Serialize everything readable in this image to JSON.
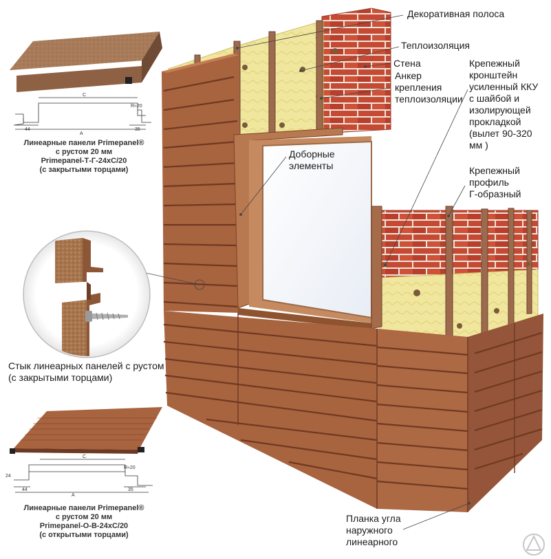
{
  "labels": {
    "decor_strip": "Декоративная полоса",
    "insulation": "Теплоизоляция",
    "wall": "Стена",
    "anchor": "Анкер\nкрепления\nтеплоизоляции",
    "bracket": "Крепежный\nкронштейн\nусиленный ККУ\nс шайбой и\nизолирующей\nпрокладкой\n(вылет 90-320\nмм    )",
    "extra_elements": "Доборные\nэлементы",
    "profile": "Крепежный\nпрофиль\nГ-образный",
    "joint": "Стык линеарных панелей с рустом\n(с закрытыми торцами)",
    "corner_strip": "Планка угла\nнаружного\nлинеарного"
  },
  "panel_top": {
    "caption": "Линеарные панели Primepanel®\nс рустом 20 мм\nPrimepanel-Т-Г-24хС/20\n(с закрытыми торцами)",
    "dims": {
      "c": "С",
      "a": "А",
      "left": "44",
      "right": "35",
      "rust": "R≈20"
    }
  },
  "panel_bottom": {
    "caption": "Линеарные панели Primepanel®\nс рустом 20 мм\nPrimepanel-О-В-24хС/20\n(с открытыми торцами)",
    "dims": {
      "c": "С",
      "a": "А",
      "left": "44",
      "right": "35",
      "rust": "R≈20",
      "height": "24"
    }
  },
  "colors": {
    "panel": "#a8633f",
    "panel_dark": "#7d4329",
    "brick": "#c9452f",
    "insulation": "#efe59a",
    "profile": "#9d6a4d"
  }
}
